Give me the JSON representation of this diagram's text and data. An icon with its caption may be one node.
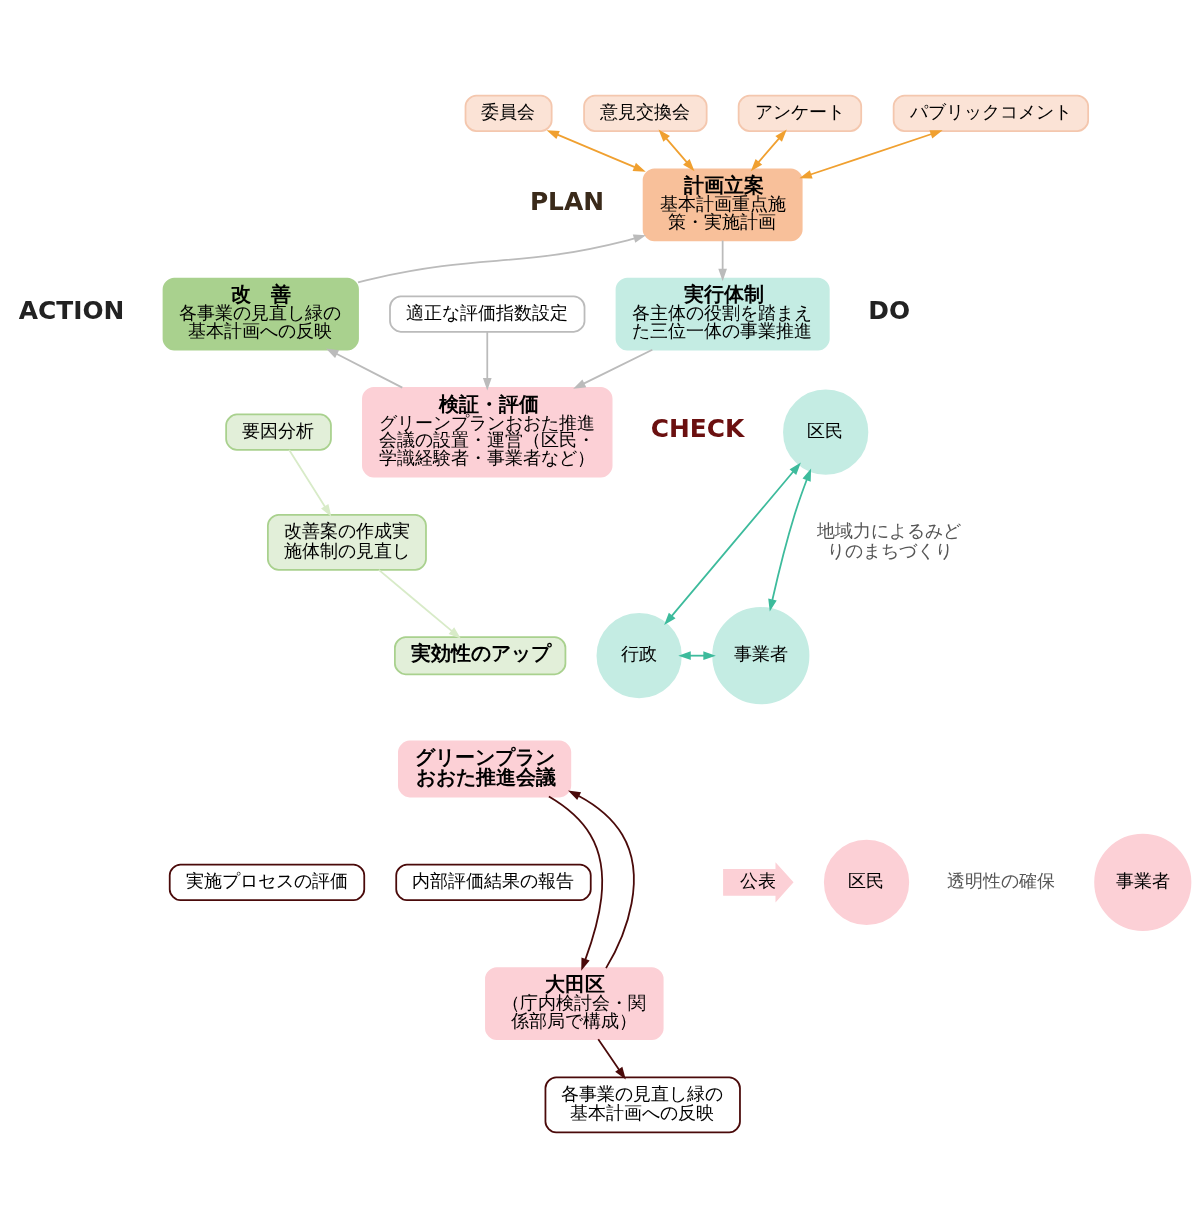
{
  "diagram": {
    "nodes": [
      {
        "text": [
          "委員会"
        ]
      },
      {
        "text": [
          "意見交換会"
        ]
      },
      {
        "text": [
          "アンケート"
        ]
      },
      {
        "text": [
          "パブリックコメント"
        ]
      },
      {
        "text": [
          "計画立案",
          "基本計画重点施策・実施計画"
        ],
        "beside": [
          "PLAN"
        ]
      },
      {
        "text": [
          "改　善",
          "各事業の見直し緑の基本計画への反映"
        ],
        "beside": [
          "ACTION"
        ]
      },
      {
        "text": [
          "実行体制",
          "各主体の役割を踏まえた三位一体の事業推進"
        ],
        "beside": [
          "DO"
        ]
      },
      {
        "text": [
          "適正な評価指数設定"
        ]
      },
      {
        "text": [
          "要因分析"
        ]
      },
      {
        "text": [
          "区民"
        ]
      },
      {
        "text": [
          "改善案の作成実施体制の見直し"
        ]
      },
      {
        "text": [
          "検証・評価",
          "グリーンプランおおた推進会議の設置・運営（区民・学識経験者・事業者など）"
        ],
        "beside": [
          "CHECK"
        ]
      },
      {
        "text": [
          "行政"
        ]
      },
      {
        "text": [
          "事業者"
        ]
      },
      {
        "text": [
          "実効性のアップ"
        ]
      },
      {
        "text": [
          "グリーンプランおおた推進会議"
        ]
      },
      {
        "text": [
          "実施プロセスの評価"
        ]
      },
      {
        "text": [
          "内部評価結果の報告"
        ]
      },
      {
        "text": [
          "公表"
        ]
      },
      {
        "text": [
          "区民"
        ]
      },
      {
        "text": [
          "事業者"
        ]
      },
      {
        "text": [
          "大田区",
          "（庁内検討会・関係部局で構成）"
        ]
      },
      {
        "text": [
          "各事業の見直し緑の基本計画への反映"
        ]
      }
    ],
    "edges": [
      {
        "from": 4,
        "to": 0,
        "arrow": "both",
        "color": "#f0a030"
      },
      {
        "from": 4,
        "to": 1,
        "arrow": "both",
        "color": "#f0a030"
      },
      {
        "from": 4,
        "to": 2,
        "arrow": "both",
        "color": "#f0a030"
      },
      {
        "from": 4,
        "to": 3,
        "arrow": "both",
        "color": "#f0a030"
      },
      {
        "from": 4,
        "to": 6,
        "arrow": "to"
      },
      {
        "from": 6,
        "to": 11,
        "arrow": "to"
      },
      {
        "from": 11,
        "to": 5,
        "arrow": "to"
      },
      {
        "from": 5,
        "to": 4,
        "arrow": "to"
      },
      {
        "from": 7,
        "to": 11,
        "arrow": "to"
      },
      {
        "from": 8,
        "to": 10,
        "arrow": "to",
        "color": "#d8ebc8"
      },
      {
        "from": 10,
        "to": 14,
        "arrow": "to",
        "color": "#d8ebc8"
      },
      {
        "from": 9,
        "to": 12,
        "arrow": "both",
        "color": "#3dbb9c"
      },
      {
        "from": 9,
        "to": 13,
        "arrow": "both",
        "color": "#3dbb9c"
      },
      {
        "from": 12,
        "to": 13,
        "arrow": "both",
        "color": "#3dbb9c"
      },
      {
        "from": 15,
        "to": 21,
        "arrow": "to",
        "color": "#4a0a0a"
      },
      {
        "from": 21,
        "to": 15,
        "arrow": "to",
        "color": "#4a0a0a"
      },
      {
        "from": 21,
        "to": 22,
        "arrow": "to",
        "color": "#4a0a0a"
      }
    ],
    "labels": [
      "地域力によるみどりのまちづくり",
      "透明性の確保"
    ]
  }
}
